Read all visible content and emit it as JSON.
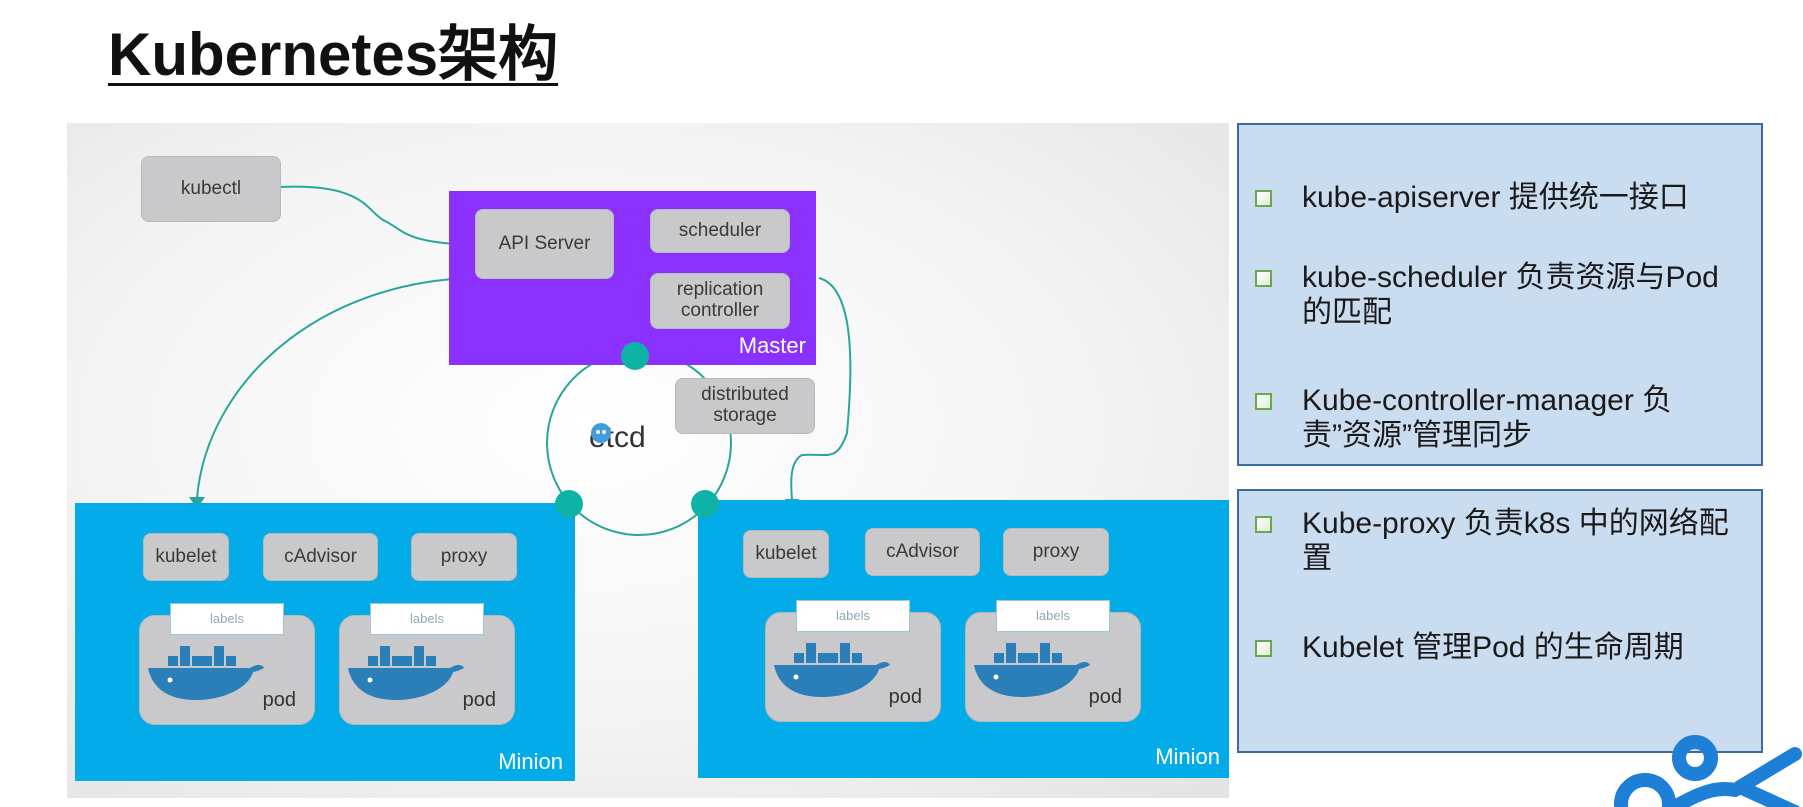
{
  "title": "Kubernetes架构",
  "diagram": {
    "kubectl": "kubectl",
    "master": {
      "api_server": "API Server",
      "scheduler": "scheduler",
      "replication_controller": "replication controller",
      "label": "Master"
    },
    "etcd": {
      "label": "etcd",
      "storage": "distributed storage"
    },
    "minions": [
      {
        "components": [
          "kubelet",
          "cAdvisor",
          "proxy"
        ],
        "pods": [
          {
            "labels": "labels",
            "name": "pod"
          },
          {
            "labels": "labels",
            "name": "pod"
          }
        ],
        "label": "Minion"
      },
      {
        "components": [
          "kubelet",
          "cAdvisor",
          "proxy"
        ],
        "pods": [
          {
            "labels": "labels",
            "name": "pod"
          },
          {
            "labels": "labels",
            "name": "pod"
          }
        ],
        "label": "Minion"
      }
    ],
    "colors": {
      "master": "#8b31ff",
      "minion": "#03abe9",
      "connector": "#2aa59a",
      "component_box": "#c9c9cb"
    }
  },
  "panels": [
    {
      "items": [
        "kube-apiserver 提供统一接口",
        "kube-scheduler 负责资源与Pod的匹配",
        "Kube-controller-manager 负责”资源”管理同步"
      ]
    },
    {
      "items": [
        "Kube-proxy 负责k8s 中的网络配置",
        "Kubelet 管理Pod 的生命周期"
      ]
    }
  ],
  "panel_colors": {
    "background": "#c9dcf0",
    "border": "#3d6b9c",
    "bullet": "#6aa84f"
  },
  "logo_color": "#1e7fd6"
}
